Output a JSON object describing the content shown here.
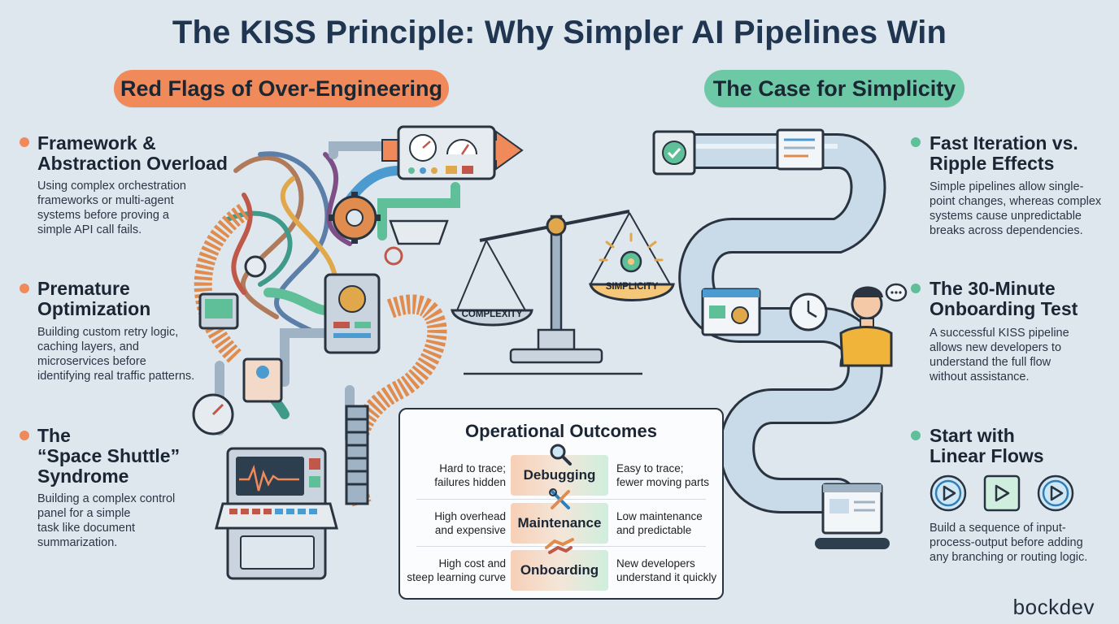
{
  "title": "The KISS Principle: Why Simpler AI Pipelines Win",
  "left_heading": "Red Flags of Over-Engineering",
  "right_heading": "The Case for Simplicity",
  "left_items": [
    {
      "title_1": "Framework &",
      "title_2": "Abstraction Overload",
      "text": [
        "Using complex orchestration",
        "frameworks or multi-agent",
        "systems before proving a",
        "simple API call fails."
      ]
    },
    {
      "title_1": "Premature",
      "title_2": "Optimization",
      "text": [
        "Building custom retry logic,",
        "caching layers, and",
        "microservices before",
        "identifying real traffic patterns."
      ]
    },
    {
      "title_1": "The",
      "title_2": "“Space Shuttle”",
      "title_3": "Syndrome",
      "text": [
        "Building a complex control",
        "panel for a simple",
        "task like document",
        "summarization."
      ]
    }
  ],
  "right_items": [
    {
      "title_1": "Fast Iteration vs.",
      "title_2": "Ripple Effects",
      "text": [
        "Simple pipelines allow single-",
        "point changes, whereas complex",
        "systems cause unpredictable",
        "breaks across dependencies."
      ]
    },
    {
      "title_1": "The 30-Minute",
      "title_2": "Onboarding Test",
      "text": [
        "A successful KISS pipeline",
        "allows new developers to",
        "understand the full flow",
        "without assistance."
      ]
    },
    {
      "title_1": "Start with",
      "title_2": "Linear Flows",
      "text": [
        "Build a sequence of input-",
        "process-output before adding",
        "any branching or routing logic."
      ]
    }
  ],
  "scale": {
    "left_label": "COMPLEXITY",
    "right_label": "SIMPLICITY"
  },
  "outcomes": {
    "title": "Operational Outcomes",
    "rows": [
      {
        "left_1": "Hard to trace;",
        "left_2": "failures hidden",
        "label": "Debugging",
        "right_1": "Easy to trace;",
        "right_2": "fewer moving parts",
        "icon": "magnifier-icon"
      },
      {
        "left_1": "High overhead",
        "left_2": "and expensive",
        "label": "Maintenance",
        "right_1": "Low maintenance",
        "right_2": "and predictable",
        "icon": "tools-icon"
      },
      {
        "left_1": "High cost and",
        "left_2": "steep learning curve",
        "label": "Onboarding",
        "right_1": "New developers",
        "right_2": "understand it quickly",
        "icon": "handshake-icon"
      }
    ]
  },
  "brand": "bockdev",
  "colors": {
    "orange": "#f08a5b",
    "green": "#6dc9a5",
    "pipe": "#c9dbe8",
    "dark": "#1f3550"
  }
}
